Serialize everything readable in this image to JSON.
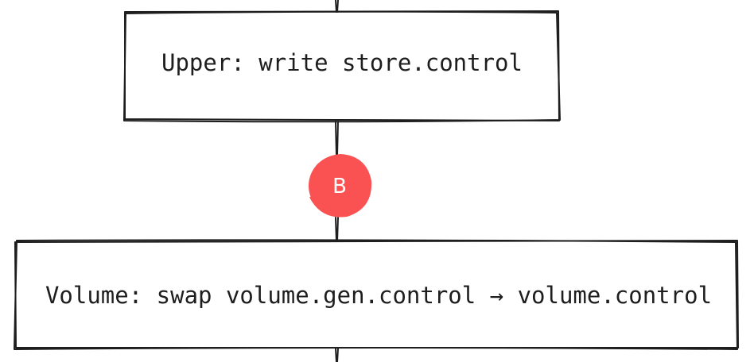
{
  "diagram": {
    "nodes": [
      {
        "id": "upper",
        "label": "Upper: write store.control"
      },
      {
        "id": "volume",
        "label": "Volume: swap volume.gen.control → volume.control"
      }
    ],
    "marker": {
      "label": "B",
      "color": "#fa5252"
    },
    "colors": {
      "stroke": "#1e1e1e",
      "background": "#ffffff",
      "marker_text": "#ffffff"
    }
  }
}
